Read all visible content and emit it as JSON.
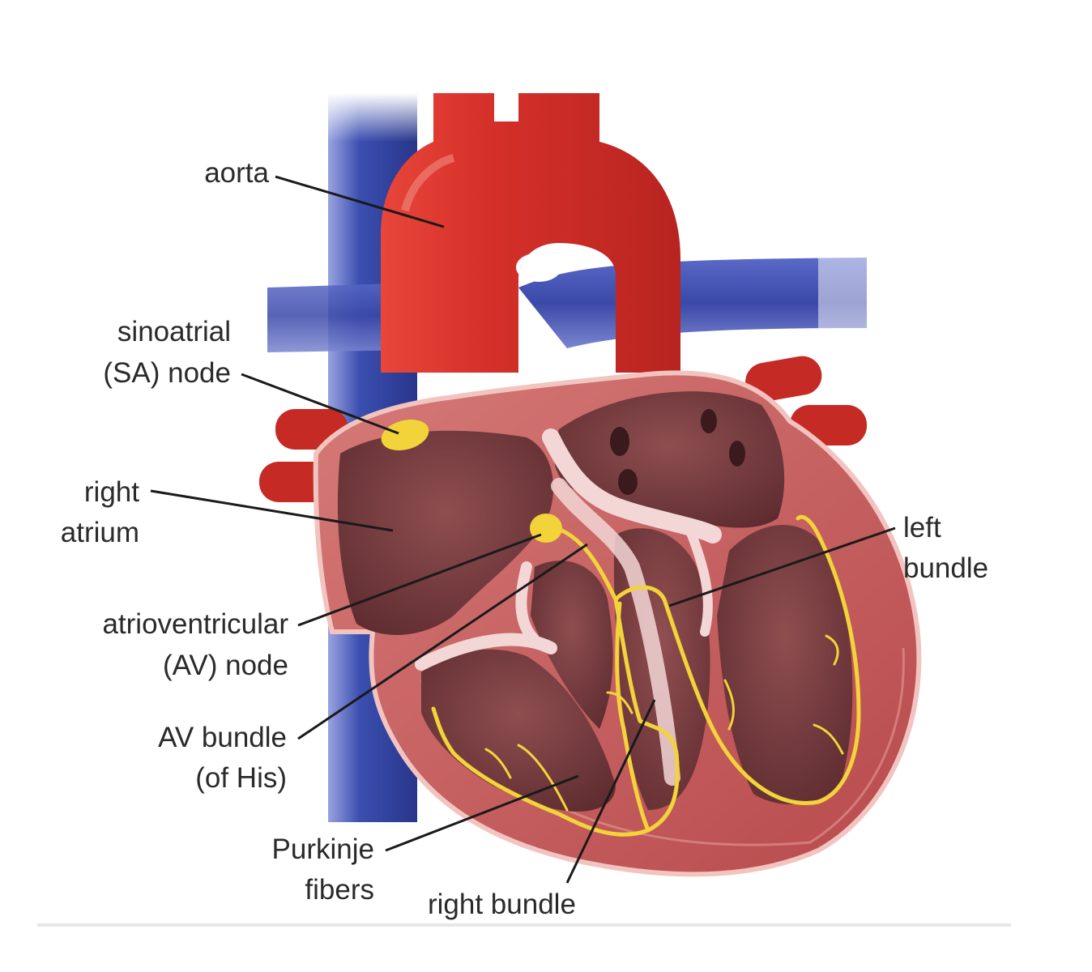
{
  "labels": {
    "aorta": "aorta",
    "sa_node_line1": "sinoatrial",
    "sa_node_line2": "(SA) node",
    "right_atrium_line1": "right",
    "right_atrium_line2": "atrium",
    "av_node_line1": "atrioventricular",
    "av_node_line2": "(AV) node",
    "av_bundle_line1": "AV bundle",
    "av_bundle_line2": "(of His)",
    "purkinje_line1": "Purkinje",
    "purkinje_line2": "fibers",
    "right_bundle": "right bundle",
    "left_bundle_line1": "left",
    "left_bundle_line2": "bundle"
  },
  "colors": {
    "aorta": "#d8322a",
    "vein": "#3b4fb0",
    "myocardium": "#c8585a",
    "chamber": "#7a3b3e",
    "septum": "#f0d4d4",
    "conduction": "#f2d43a",
    "leader": "#1a1a1a"
  }
}
